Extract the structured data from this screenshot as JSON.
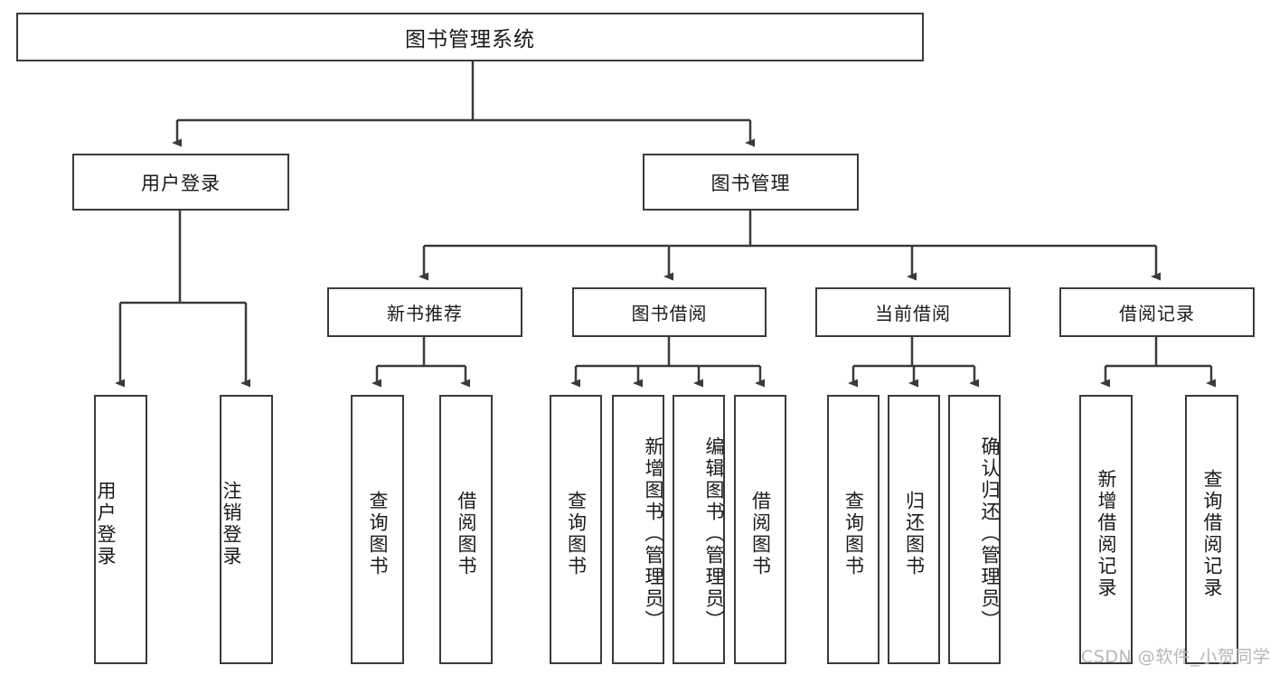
{
  "diagram": {
    "type": "tree",
    "title": "图书管理系统",
    "root": {
      "label": "图书管理系统"
    },
    "level1": [
      {
        "label": "用户登录"
      },
      {
        "label": "图书管理"
      }
    ],
    "level2": [
      {
        "label": "新书推荐"
      },
      {
        "label": "图书借阅"
      },
      {
        "label": "当前借阅"
      },
      {
        "label": "借阅记录"
      }
    ],
    "leaves": {
      "user_login": [
        {
          "label": "用户登录"
        },
        {
          "label": "注销登录"
        }
      ],
      "new_book_recommend": [
        {
          "label": "查询图书"
        },
        {
          "label": "借阅图书"
        }
      ],
      "book_borrow": [
        {
          "label": "查询图书"
        },
        {
          "label": "新增图书（管理员）"
        },
        {
          "label": "编辑图书（管理员）"
        },
        {
          "label": "借阅图书"
        }
      ],
      "current_borrow": [
        {
          "label": "查询图书"
        },
        {
          "label": "归还图书"
        },
        {
          "label": "确认归还（管理员）"
        }
      ],
      "borrow_record": [
        {
          "label": "新增借阅记录"
        },
        {
          "label": "查询借阅记录"
        }
      ]
    }
  },
  "watermark": {
    "text": "CSDN @软件_小贺同学"
  },
  "colors": {
    "stroke": "#3a3a3a",
    "fill": "#ffffff",
    "text": "#1a1a1a",
    "watermark": "#b6b6b6"
  }
}
